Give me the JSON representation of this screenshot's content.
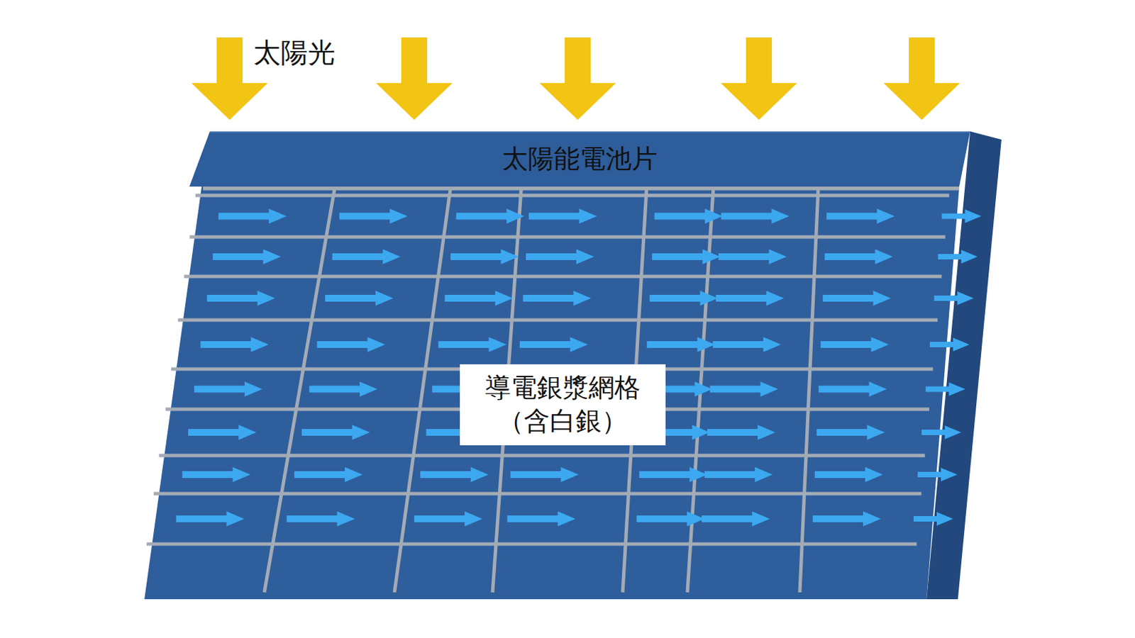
{
  "diagram": {
    "nodes": [
      {
        "text": [
          "太陽能電池片"
        ]
      },
      {
        "text": [
          "導電銀漿網格 （含白銀）"
        ]
      }
    ],
    "labels": [
      "太陽光"
    ]
  }
}
